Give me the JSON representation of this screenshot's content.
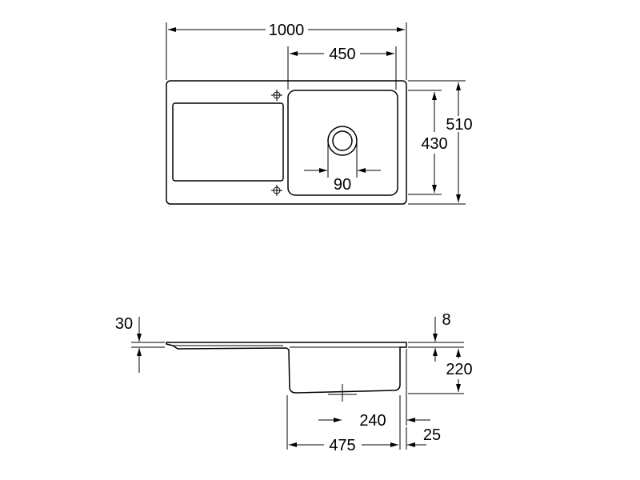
{
  "colors": {
    "line": "#000000",
    "background": "#ffffff"
  },
  "top_view": {
    "overall_width": "1000",
    "bowl_width": "450",
    "overall_depth": "510",
    "bowl_depth": "430",
    "drain_diameter": "90"
  },
  "side_view": {
    "rim_height": "30",
    "lip_thickness": "8",
    "bowl_height": "220",
    "drain_offset": "240",
    "bowl_length": "475",
    "edge_offset": "25"
  }
}
